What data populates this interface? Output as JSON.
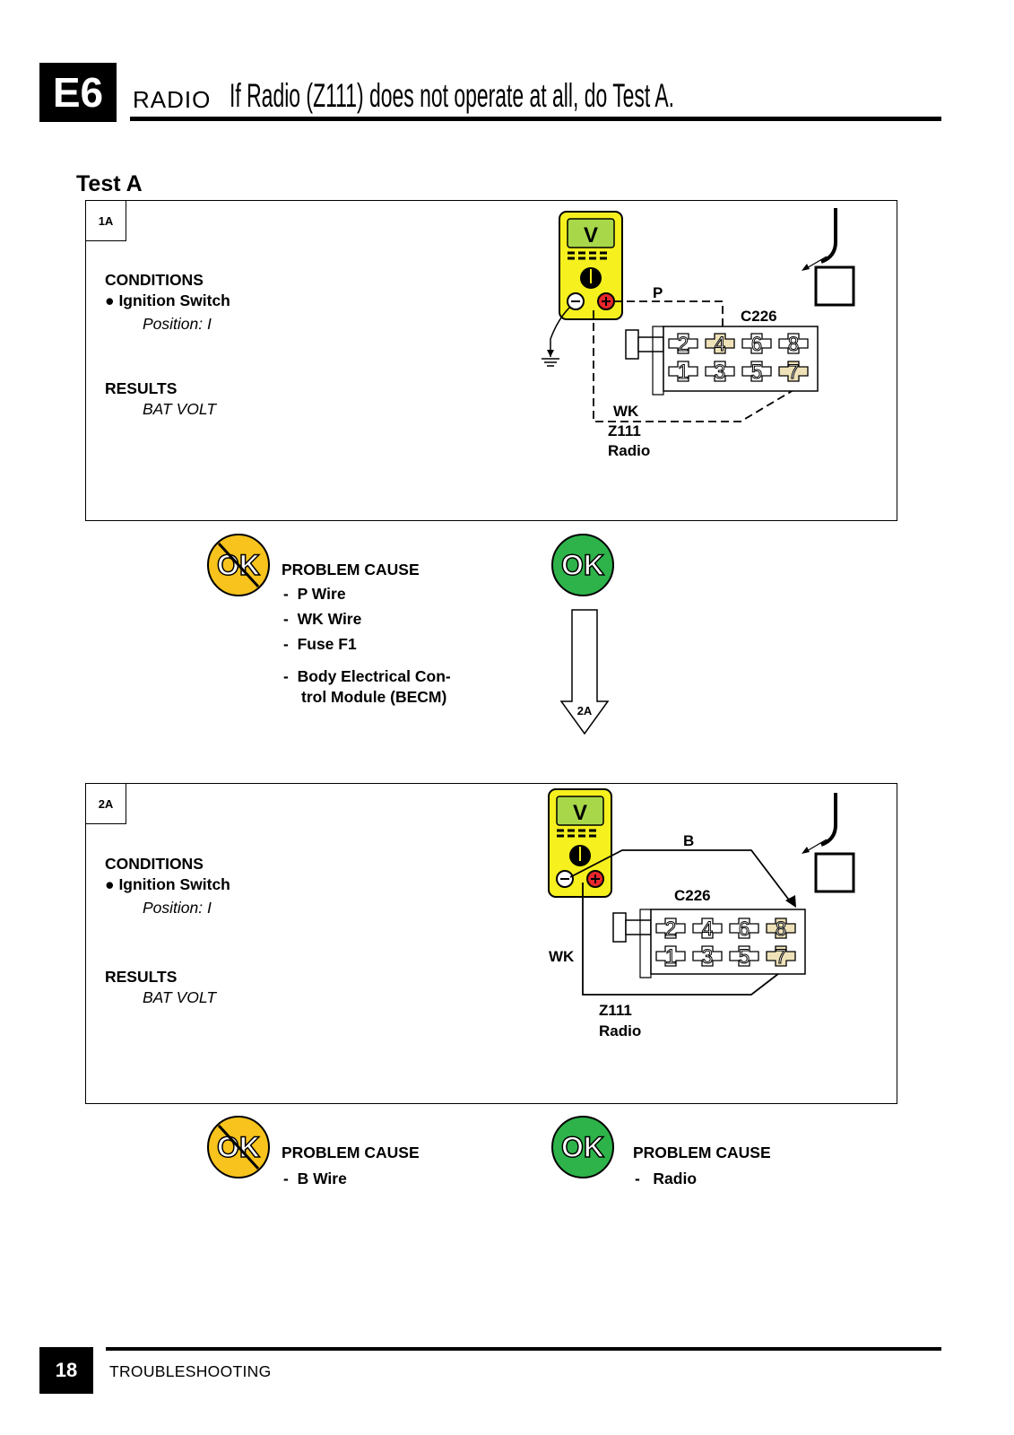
{
  "header": {
    "code": "E6",
    "section": "RADIO",
    "title": "If Radio (Z111) does not operate at all, do Test A."
  },
  "test_title": "Test A",
  "steps": [
    {
      "id": "1A",
      "conditions_label": "CONDITIONS",
      "condition_item": "Ignition Switch",
      "condition_value": "Position: I",
      "results_label": "RESULTS",
      "result_value": "BAT VOLT",
      "diagram": {
        "meter_label": "V",
        "wire_top": "P",
        "wire_bottom": "WK",
        "connector": "C226",
        "component_code": "Z111",
        "component_name": "Radio",
        "pins_top": [
          "2",
          "4",
          "6",
          "8"
        ],
        "pins_bottom": [
          "1",
          "3",
          "5",
          "7"
        ],
        "highlight_pins": [
          "4",
          "7"
        ]
      },
      "not_ok": {
        "badge": "OK",
        "heading": "PROBLEM CAUSE",
        "causes": [
          "P  Wire",
          "WK  Wire",
          "Fuse F1",
          "Body Electrical Con-",
          "trol Module (BECM)"
        ]
      },
      "ok": {
        "badge": "OK",
        "next_step": "2A"
      }
    },
    {
      "id": "2A",
      "conditions_label": "CONDITIONS",
      "condition_item": "Ignition Switch",
      "condition_value": "Position: I",
      "results_label": "RESULTS",
      "result_value": "BAT VOLT",
      "diagram": {
        "meter_label": "V",
        "wire_top": "B",
        "wire_bottom": "WK",
        "connector": "C226",
        "component_code": "Z111",
        "component_name": "Radio",
        "pins_top": [
          "2",
          "4",
          "6",
          "8"
        ],
        "pins_bottom": [
          "1",
          "3",
          "5",
          "7"
        ],
        "highlight_pins": [
          "8",
          "7"
        ]
      },
      "not_ok": {
        "badge": "OK",
        "heading": "PROBLEM CAUSE",
        "causes": [
          "B Wire"
        ]
      },
      "ok": {
        "badge": "OK",
        "heading": "PROBLEM CAUSE",
        "causes": [
          "Radio"
        ]
      }
    }
  ],
  "footer": {
    "page": "18",
    "section": "TROUBLESHOOTING"
  },
  "colors": {
    "badge_fail": "#f7c31c",
    "badge_ok": "#2db34a",
    "meter": "#f5f01e",
    "meter_display": "#a8d84a",
    "pin_highlight": "#efe2b8"
  }
}
